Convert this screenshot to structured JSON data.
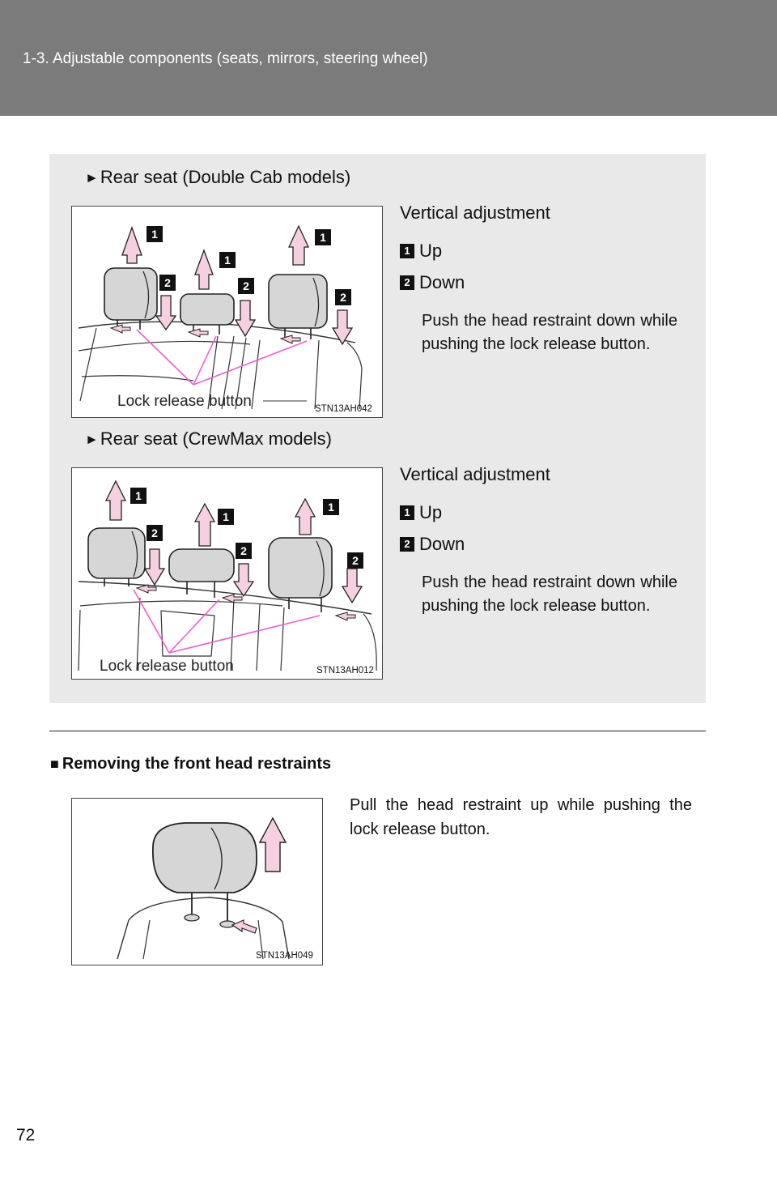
{
  "header": {
    "title": "1-3. Adjustable components (seats, mirrors, steering wheel)"
  },
  "double_cab": {
    "heading": "Rear seat (Double Cab models)",
    "adjustment_title": "Vertical adjustment",
    "step1": "Up",
    "step2": "Down",
    "description": "Push the head restraint down while pushing the lock release button.",
    "figure_label": "Lock release button",
    "figure_code": "STN13AH042"
  },
  "crewmax": {
    "heading": "Rear seat (CrewMax models)",
    "adjustment_title": "Vertical adjustment",
    "step1": "Up",
    "step2": "Down",
    "description": "Push the head restraint down while pushing the lock release button.",
    "figure_label": "Lock release button",
    "figure_code": "STN13AH012"
  },
  "front": {
    "heading": "Removing the front head restraints",
    "description": "Pull the head restraint up while pushing the lock release button.",
    "figure_code": "STN13AH049"
  },
  "numbers": {
    "one": "1",
    "two": "2"
  },
  "page_number": "72",
  "colors": {
    "header_bg": "#7b7b7b",
    "panel_bg": "#e9e9e9",
    "arrow_fill": "#f6cfe0",
    "pointer_line": "#ef5fd2"
  }
}
